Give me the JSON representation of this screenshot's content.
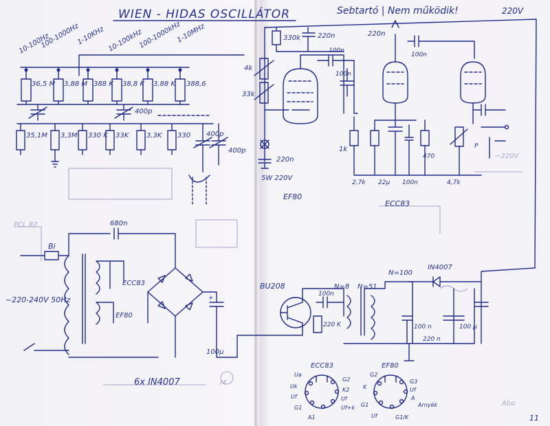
{
  "title": "WIEN - HIDAS OSCILLÁTOR",
  "subtitle": "Sebtartó | Nem működik!",
  "supply_220v_top": "220V",
  "ranges": [
    "10-100Hz",
    "100-1000Hz",
    "1-10KHz",
    "10-100kHz",
    "100-1000kHz",
    "1-10MHz"
  ],
  "upper_values": [
    "36,5 M",
    "3,88 M",
    "388 K",
    "38,8 K",
    "3,88 K",
    "388,6"
  ],
  "lower_values": [
    "35,1M",
    "3,3M",
    "330 K",
    "33K",
    "3,3K",
    "330"
  ],
  "cap_400p": "400p",
  "cap_400p_b": "400p",
  "cap_400p_c": "400p",
  "tube_section": {
    "res_330k": "330k",
    "cap_220n": "220n",
    "cap_220n_b": "220n",
    "cap_100n": "100n",
    "cap_100n_b": "100n",
    "res_4k": "4k",
    "res_33k": "33k",
    "lamp": "5W 220V",
    "cap_220n_c": "220n",
    "res_1k": "1k",
    "ef80": "EF80",
    "ecc83": "ECC83",
    "res_27k": "2,7k",
    "cap_22u": "22µ",
    "cap_100n_c": "100n",
    "res_470": "470",
    "res_47k": "4,7k",
    "cap_100n_d": "100n",
    "pot": "P"
  },
  "psu": {
    "bi": "Bi",
    "mains": "~220-240V 50Hz",
    "cap_680n": "680n",
    "ecc83": "ECC83",
    "ef80": "EF80",
    "cap_100u": "100µ",
    "diodes": "6x IN4007",
    "motor": "M"
  },
  "right_psu": {
    "bu208": "BU208",
    "cap_100n": "100n",
    "n8": "N=8",
    "n51": "N=51",
    "n100": "N=100",
    "res_220k": "220 K",
    "diode": "IN4007",
    "cap_100n_b": "100 n",
    "cap_220n": "220 n",
    "cap_100u": "100 µ"
  },
  "pinouts": {
    "ecc83_label": "ECC83",
    "ef80_label": "EF80",
    "ecc83_pins": [
      "Ua",
      "G2",
      "Uk",
      "K2",
      "Uf",
      "Uf",
      "Uf+k",
      "G1",
      "A1"
    ],
    "ef80_pins": [
      "G2",
      "K",
      "G3",
      "Uf",
      "A",
      "G1",
      "Uf",
      "Arnyék",
      "G1/K"
    ]
  },
  "page_number": "11",
  "ghost_texts": [
    "PCL 82",
    "~220V",
    "Abo"
  ]
}
